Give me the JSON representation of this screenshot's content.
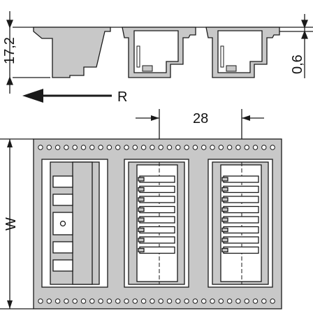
{
  "dimensions": {
    "height_label": "17,2",
    "thickness_label": "0,6",
    "pitch_label": "28",
    "width_label": "W"
  },
  "direction": {
    "label": "R"
  },
  "colors": {
    "line": "#1a1a1a",
    "fill": "#c8c8c8",
    "background": "#ffffff"
  },
  "tape": {
    "pockets": 3,
    "contacts_per_pocket": 8
  }
}
